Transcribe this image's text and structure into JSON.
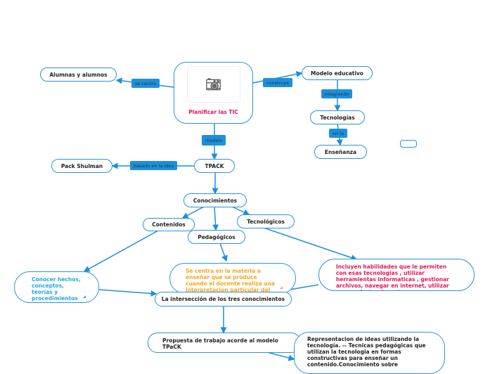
{
  "central": {
    "title": "Planificar las TIC",
    "icon": "camera-icon"
  },
  "nodes": {
    "alumnas": "Alumnas y alumnos",
    "modelo_educativo": "Modelo educativo",
    "tecnologias": "Tecnologías",
    "ensenanza": "Enseñanza",
    "tpack": "TPACK",
    "pack_shulman": "Pack Shulman",
    "conocimientos": "Conocimientos",
    "contenidos": "Contenidos",
    "tecnologicos": "Tecnológicos",
    "pedagogicos": "Pedagógicos",
    "conocer": "Conocer hechos, conceptos, teorías y procedimientos para enseñar",
    "se_centra": "Se centra en la materia a enseñar que se produce cuando el docente realiza una interpretacion particular del",
    "incluyen": "Incluyen habilidades que le permiten con esas tecnologias , utilizar herramientas informaticas , gestionar archivos, navegar en internet, utilizar correo electronico, etc.",
    "interseccion": "La intersección de los tres conocimientos",
    "propuesta": "Propuesta de trabajo acorde al modelo TPaCK",
    "representacion": "Representacion de ideas utilizando la tecnología.                                   -- Tecnicas pedagógicas que utilizan la tecnologia en formas constructivas para enseñar un contenido.Conocimiento sobre"
  },
  "labels": {
    "se_centra": "se centra",
    "construye": "construye",
    "integrando": "integrando",
    "en_la": "en la",
    "modelo": "modelo",
    "basado": "basado en la idea"
  },
  "colors": {
    "accent": "#1e90d8",
    "title": "#e0185c",
    "orange": "#f5a623",
    "cyan": "#29a8e0"
  }
}
